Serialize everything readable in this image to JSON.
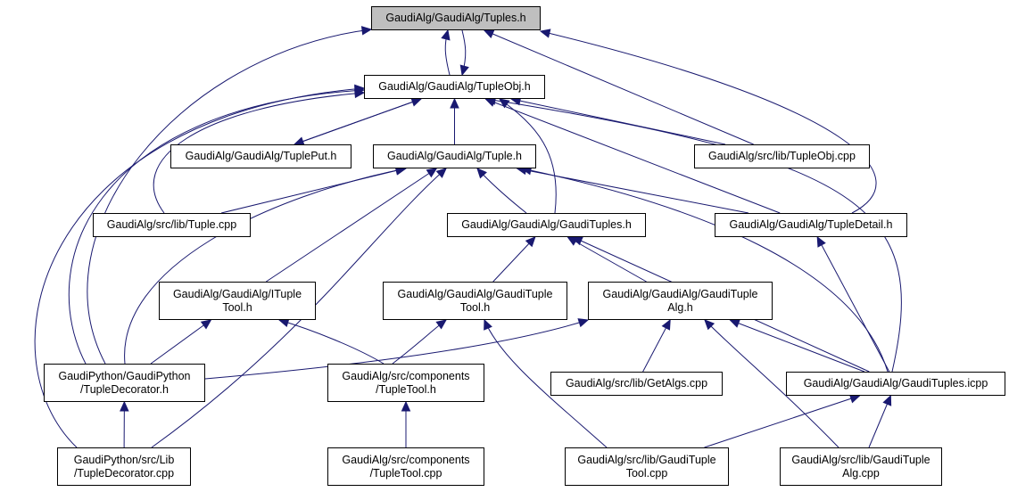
{
  "diagram": {
    "title": "Include dependency graph for GaudiAlg/GaudiAlg/Tuples.h",
    "colors": {
      "edge": "#191970",
      "root_fill": "#bfbfbf",
      "node_fill": "#ffffff",
      "border": "#000000"
    },
    "nodes": [
      {
        "id": "tuples_h",
        "lines": [
          "GaudiAlg/GaudiAlg/Tuples.h"
        ],
        "root": true
      },
      {
        "id": "tupleobj_h",
        "lines": [
          "GaudiAlg/GaudiAlg/TupleObj.h"
        ]
      },
      {
        "id": "tupleput_h",
        "lines": [
          "GaudiAlg/GaudiAlg/TuplePut.h"
        ]
      },
      {
        "id": "tuple_h",
        "lines": [
          "GaudiAlg/GaudiAlg/Tuple.h"
        ]
      },
      {
        "id": "tupleobj_cpp",
        "lines": [
          "GaudiAlg/src/lib/TupleObj.cpp"
        ]
      },
      {
        "id": "tuple_cpp",
        "lines": [
          "GaudiAlg/src/lib/Tuple.cpp"
        ]
      },
      {
        "id": "gaudituples_h",
        "lines": [
          "GaudiAlg/GaudiAlg/GaudiTuples.h"
        ]
      },
      {
        "id": "tupledetail_h",
        "lines": [
          "GaudiAlg/GaudiAlg/TupleDetail.h"
        ]
      },
      {
        "id": "ituplettool_h",
        "lines": [
          "GaudiAlg/GaudiAlg/ITuple",
          "Tool.h"
        ]
      },
      {
        "id": "gaudituplettool_h",
        "lines": [
          "GaudiAlg/GaudiAlg/GaudiTuple",
          "Tool.h"
        ]
      },
      {
        "id": "gaudituplealg_h",
        "lines": [
          "GaudiAlg/GaudiAlg/GaudiTuple",
          "Alg.h"
        ]
      },
      {
        "id": "tupledecorator_h",
        "lines": [
          "GaudiPython/GaudiPython",
          "/TupleDecorator.h"
        ]
      },
      {
        "id": "tupletool_h",
        "lines": [
          "GaudiAlg/src/components",
          "/TupleTool.h"
        ]
      },
      {
        "id": "getalgs_cpp",
        "lines": [
          "GaudiAlg/src/lib/GetAlgs.cpp"
        ]
      },
      {
        "id": "gaudituples_icpp",
        "lines": [
          "GaudiAlg/GaudiAlg/GaudiTuples.icpp"
        ]
      },
      {
        "id": "tupledecorator_cpp",
        "lines": [
          "GaudiPython/src/Lib",
          "/TupleDecorator.cpp"
        ]
      },
      {
        "id": "tupletool_cpp",
        "lines": [
          "GaudiAlg/src/components",
          "/TupleTool.cpp"
        ]
      },
      {
        "id": "gaudituplettool_cpp",
        "lines": [
          "GaudiAlg/src/lib/GaudiTuple",
          "Tool.cpp"
        ]
      },
      {
        "id": "gaudituplealg_cpp",
        "lines": [
          "GaudiAlg/src/lib/GaudiTuple",
          "Alg.cpp"
        ]
      }
    ],
    "edges": [
      {
        "from": "tupleobj_h",
        "to": "tuples_h"
      },
      {
        "from": "tuples_h",
        "to": "tupleobj_h"
      },
      {
        "from": "tupleobj_cpp",
        "to": "tuples_h"
      },
      {
        "from": "tupledetail_h",
        "to": "tuples_h"
      },
      {
        "from": "tupledecorator_h",
        "to": "tuples_h"
      },
      {
        "from": "tupleput_h",
        "to": "tupleobj_h"
      },
      {
        "from": "tupleobj_h",
        "to": "tupleput_h"
      },
      {
        "from": "tuple_h",
        "to": "tupleobj_h"
      },
      {
        "from": "tupleobj_cpp",
        "to": "tupleobj_h"
      },
      {
        "from": "tuple_cpp",
        "to": "tupleobj_h"
      },
      {
        "from": "gaudituples_h",
        "to": "tupleobj_h"
      },
      {
        "from": "tupledetail_h",
        "to": "tupleobj_h"
      },
      {
        "from": "gaudituples_icpp",
        "to": "tupleobj_h"
      },
      {
        "from": "tupledecorator_h",
        "to": "tupleobj_h"
      },
      {
        "from": "tupledecorator_cpp",
        "to": "tupleobj_h"
      },
      {
        "from": "tuple_cpp",
        "to": "tuple_h"
      },
      {
        "from": "gaudituples_h",
        "to": "tuple_h"
      },
      {
        "from": "tupledetail_h",
        "to": "tuple_h"
      },
      {
        "from": "ituplettool_h",
        "to": "tuple_h"
      },
      {
        "from": "tupledecorator_h",
        "to": "tuple_h"
      },
      {
        "from": "tupledecorator_cpp",
        "to": "tuple_h"
      },
      {
        "from": "gaudituples_icpp",
        "to": "tuple_h"
      },
      {
        "from": "gaudituplettool_h",
        "to": "gaudituples_h"
      },
      {
        "from": "gaudituplealg_h",
        "to": "gaudituples_h"
      },
      {
        "from": "gaudituples_icpp",
        "to": "gaudituples_h"
      },
      {
        "from": "gaudituples_icpp",
        "to": "tupledetail_h"
      },
      {
        "from": "tupledecorator_h",
        "to": "ituplettool_h"
      },
      {
        "from": "tupletool_h",
        "to": "ituplettool_h"
      },
      {
        "from": "tupletool_h",
        "to": "gaudituplettool_h"
      },
      {
        "from": "gaudituplettool_cpp",
        "to": "gaudituplettool_h"
      },
      {
        "from": "tupledecorator_h",
        "to": "gaudituplealg_h"
      },
      {
        "from": "getalgs_cpp",
        "to": "gaudituplealg_h"
      },
      {
        "from": "gaudituplealg_cpp",
        "to": "gaudituplealg_h"
      },
      {
        "from": "gaudituples_icpp",
        "to": "gaudituplealg_h"
      },
      {
        "from": "tupledecorator_cpp",
        "to": "tupledecorator_h"
      },
      {
        "from": "tupletool_cpp",
        "to": "tupletool_h"
      },
      {
        "from": "gaudituplettool_cpp",
        "to": "gaudituples_icpp"
      },
      {
        "from": "gaudituplealg_cpp",
        "to": "gaudituples_icpp"
      }
    ]
  }
}
